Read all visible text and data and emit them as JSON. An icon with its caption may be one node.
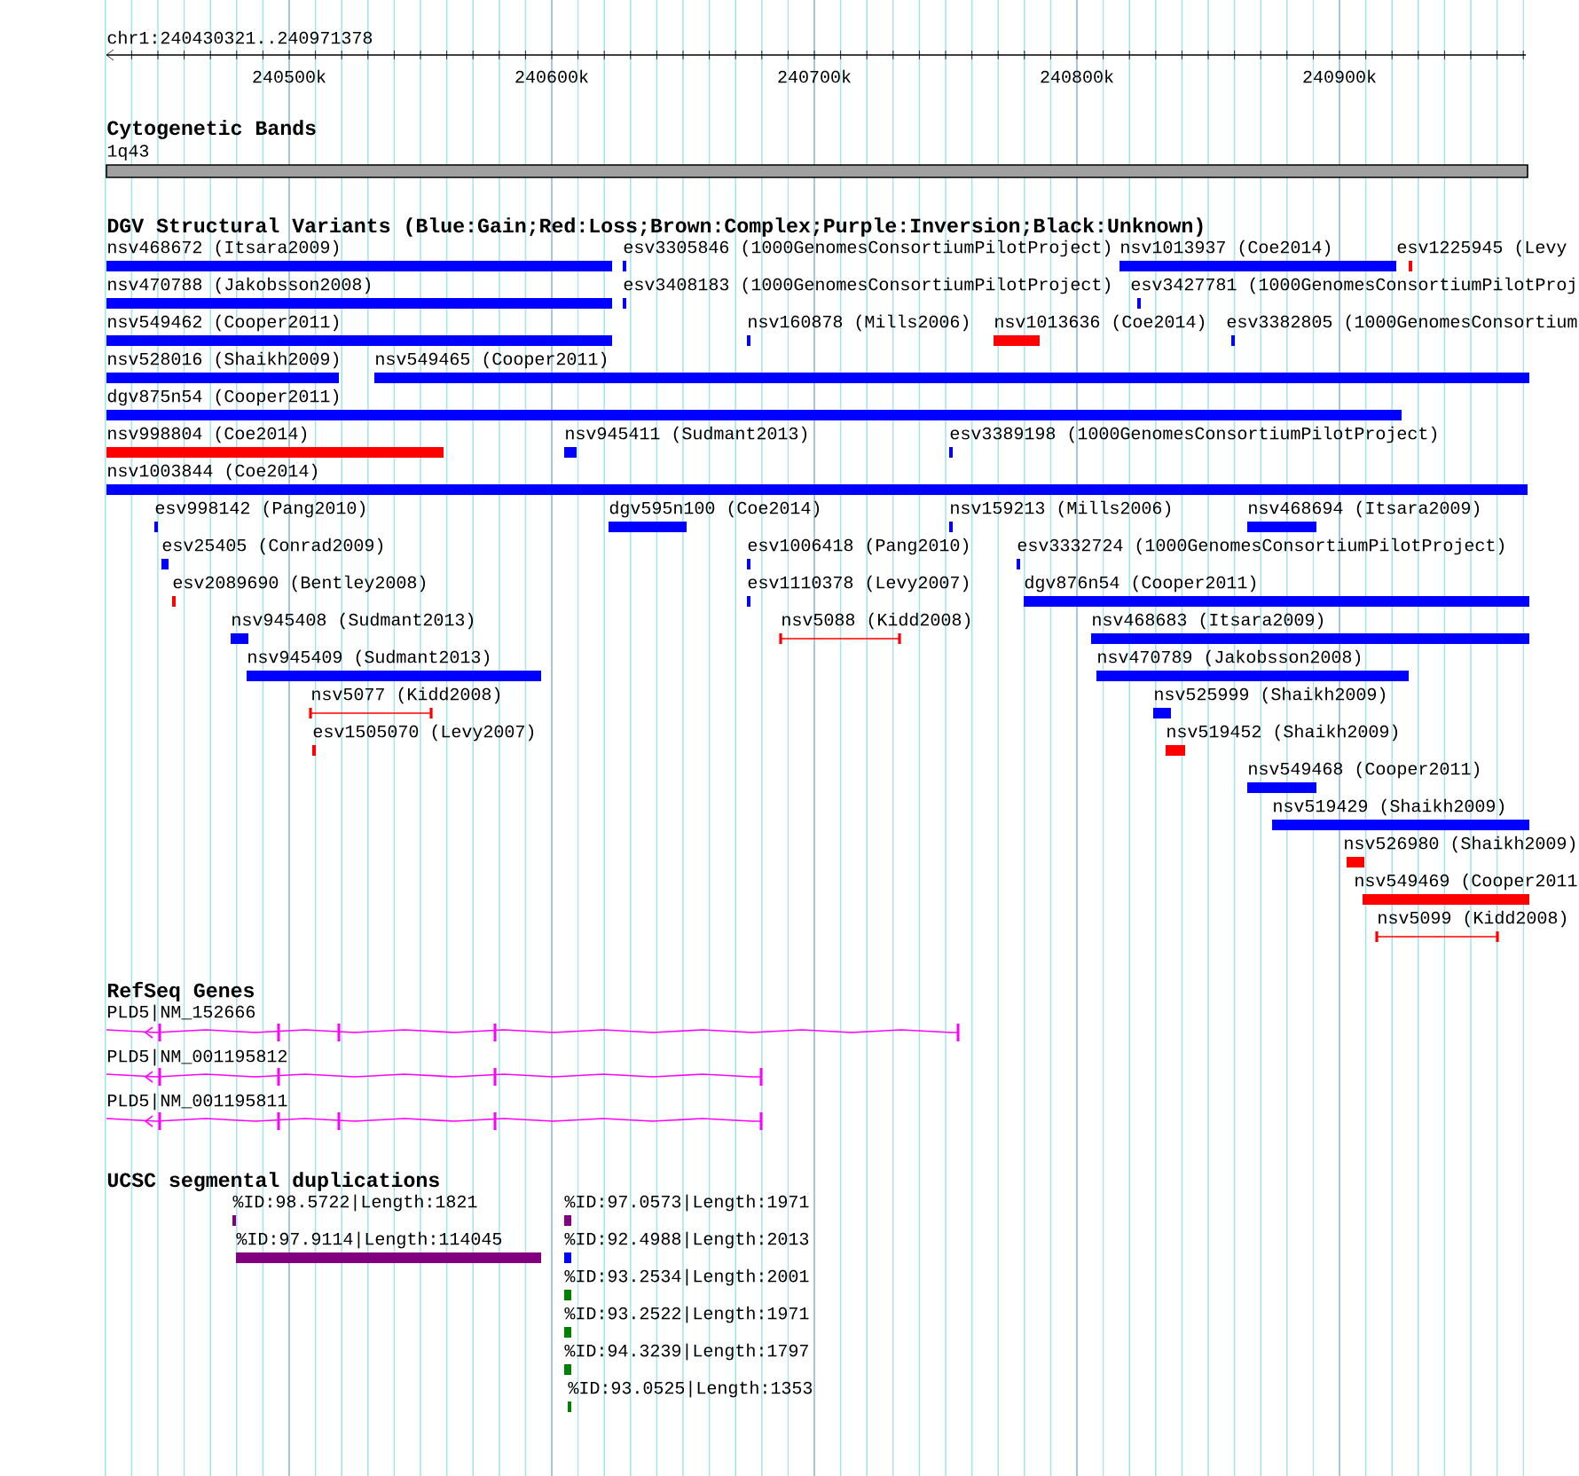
{
  "diagram": {
    "nodes": [
      {
        "text": [
          "nsv468672 (Itsara2009)"
        ]
      },
      {
        "text": [
          "esv3305846 (1000GenomesConsortiumPilotProject)"
        ]
      },
      {
        "text": [
          "nsv1013937 (Coe2014)"
        ]
      },
      {
        "text": [
          "esv1225945 (Levy"
        ]
      },
      {
        "text": [
          "nsv470788 (Jakobsson2008)"
        ]
      },
      {
        "text": [
          "esv3408183 (1000GenomesConsortiumPilotProject)"
        ]
      },
      {
        "text": [
          "esv3427781 (1000GenomesConsortiumPilotProj"
        ]
      },
      {
        "text": [
          "nsv549462 (Cooper2011)"
        ]
      },
      {
        "text": [
          "nsv160878 (Mills2006)"
        ]
      },
      {
        "text": [
          "nsv1013636 (Coe2014)"
        ]
      },
      {
        "text": [
          "esv3382805 (1000GenomesConsortium"
        ]
      },
      {
        "text": [
          "nsv528016 (Shaikh2009)"
        ]
      },
      {
        "text": [
          "nsv549465 (Cooper2011)"
        ]
      },
      {
        "text": [
          "dgv875n54 (Cooper2011)"
        ]
      },
      {
        "text": [
          "nsv998804 (Coe2014)"
        ]
      },
      {
        "text": [
          "nsv945411 (Sudmant2013)"
        ]
      },
      {
        "text": [
          "esv3389198 (1000GenomesConsortiumPilotProject)"
        ]
      },
      {
        "text": [
          "nsv1003844 (Coe2014)"
        ]
      },
      {
        "text": [
          "esv998142 (Pang2010)"
        ]
      },
      {
        "text": [
          "dgv595n100 (Coe2014)"
        ]
      },
      {
        "text": [
          "nsv159213 (Mills2006)"
        ]
      },
      {
        "text": [
          "nsv468694 (Itsara2009)"
        ]
      },
      {
        "text": [
          "esv25405 (Conrad2009)"
        ]
      },
      {
        "text": [
          "esv1006418 (Pang2010)"
        ]
      },
      {
        "text": [
          "esv3332724 (1000GenomesConsortiumPilotProject)"
        ]
      },
      {
        "text": [
          "esv2089690 (Bentley2008)"
        ]
      },
      {
        "text": [
          "esv1110378 (Levy2007)"
        ]
      },
      {
        "text": [
          "dgv876n54 (Cooper2011)"
        ]
      },
      {
        "text": [
          "nsv945408 (Sudmant2013)"
        ]
      },
      {
        "text": [
          "nsv5088 (Kidd2008)"
        ]
      },
      {
        "text": [
          "nsv468683 (Itsara2009)"
        ]
      },
      {
        "text": [
          "nsv945409 (Sudmant2013)"
        ]
      },
      {
        "text": [
          "nsv470789 (Jakobsson2008)"
        ]
      },
      {
        "text": [
          "nsv5077 (Kidd2008)"
        ]
      },
      {
        "text": [
          "nsv525999 (Shaikh2009)"
        ]
      },
      {
        "text": [
          "esv1505070 (Levy2007)"
        ]
      },
      {
        "text": [
          "nsv519452 (Shaikh2009)"
        ]
      },
      {
        "text": [
          "nsv549468 (Cooper2011)"
        ]
      },
      {
        "text": [
          "nsv519429 (Shaikh2009)"
        ]
      },
      {
        "text": [
          "nsv526980 (Shaikh2009)"
        ]
      },
      {
        "text": [
          "nsv549469 (Cooper2011"
        ]
      },
      {
        "text": [
          "nsv5099 (Kidd2008)"
        ]
      },
      {
        "text": [
          "PLD5|NM_152666"
        ]
      },
      {
        "text": [
          "PLD5|NM_001195812"
        ]
      },
      {
        "text": [
          "PLD5|NM_001195811"
        ]
      },
      {
        "text": [
          "%ID:98.5722|Length:1821"
        ]
      },
      {
        "text": [
          "%ID:97.0573|Length:1971"
        ]
      },
      {
        "text": [
          "%ID:97.9114|Length:114045"
        ]
      },
      {
        "text": [
          "%ID:92.4988|Length:2013"
        ]
      },
      {
        "text": [
          "%ID:93.2534|Length:2001"
        ]
      },
      {
        "text": [
          "%ID:93.2522|Length:1971"
        ]
      },
      {
        "text": [
          "%ID:94.3239|Length:1797"
        ]
      },
      {
        "text": [
          "%ID:93.0525|Length:1353"
        ]
      }
    ],
    "labels": [
      "chr1:240430321..240971378",
      "240500k",
      "240600k",
      "240700k",
      "240800k",
      "240900k",
      "Cytogenetic Bands",
      "1q43",
      "DGV Structural Variants (Blue:Gain;Red:Loss;Brown:Complex;Purple:Inversion;Black:Unknown)",
      "RefSeq Genes",
      "UCSC segmental duplications"
    ]
  }
}
